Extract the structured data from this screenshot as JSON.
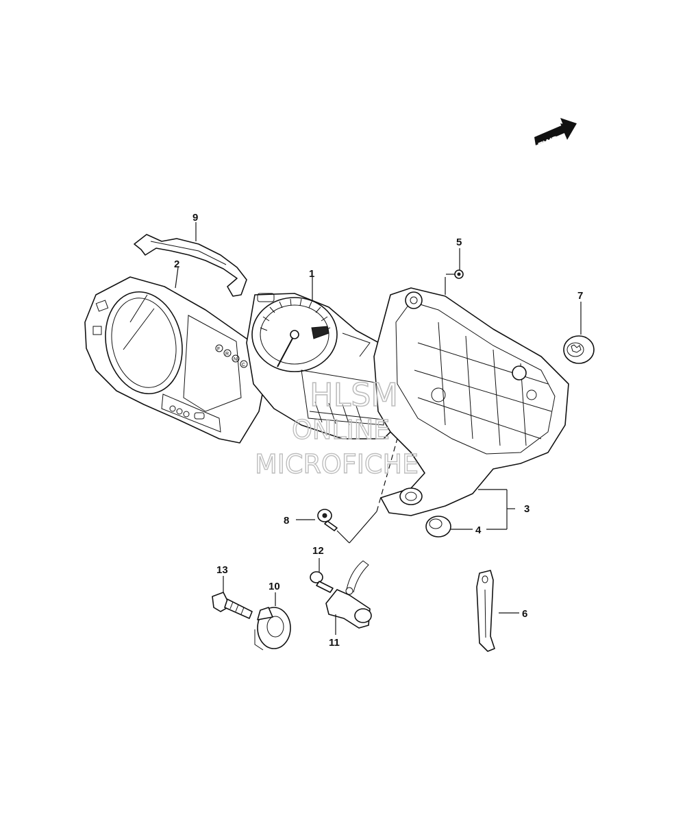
{
  "fwd_label": "FWD",
  "callouts": [
    {
      "id": "1",
      "label": "1"
    },
    {
      "id": "2",
      "label": "2"
    },
    {
      "id": "3",
      "label": "3"
    },
    {
      "id": "4",
      "label": "4"
    },
    {
      "id": "5",
      "label": "5"
    },
    {
      "id": "6",
      "label": "6"
    },
    {
      "id": "7",
      "label": "7"
    },
    {
      "id": "8",
      "label": "8"
    },
    {
      "id": "9",
      "label": "9"
    },
    {
      "id": "10",
      "label": "10"
    },
    {
      "id": "11",
      "label": "11"
    },
    {
      "id": "12",
      "label": "12"
    },
    {
      "id": "13",
      "label": "13"
    }
  ],
  "watermark": {
    "line1": "HLSM",
    "line2": "ONLINE",
    "line3": "MICROFICHE"
  },
  "gear_letters": [
    "F",
    "R",
    "N",
    "C"
  ]
}
